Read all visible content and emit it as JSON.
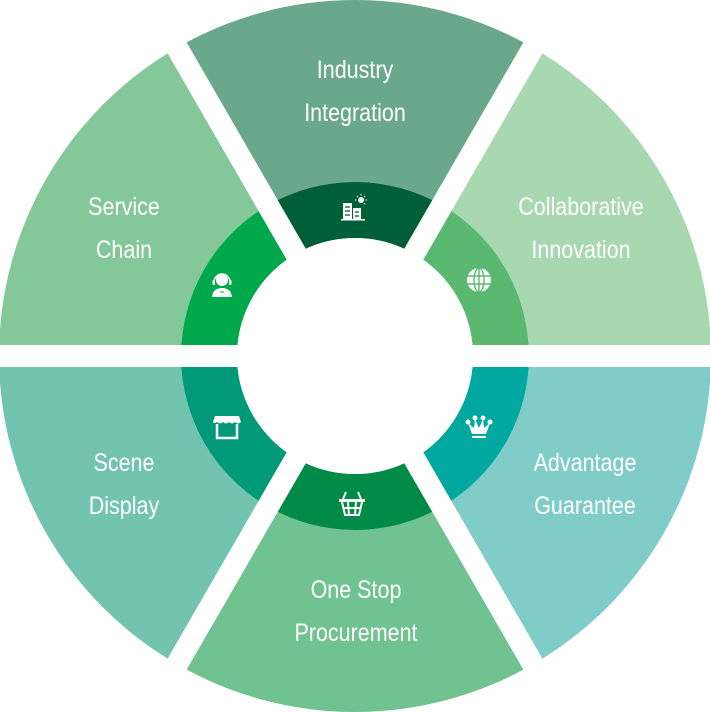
{
  "segments": [
    {
      "id": "industry-integration",
      "lines": [
        "Industry",
        "Integration"
      ],
      "outer_color": "#6aa88c",
      "inner_color": "#005f38",
      "icon": "building-sun-icon",
      "start_deg": 60,
      "end_deg": 120
    },
    {
      "id": "service-chain",
      "lines": [
        "Service",
        "Chain"
      ],
      "outer_color": "#84c89a",
      "inner_color": "#00a84c",
      "icon": "headset-agent-icon",
      "start_deg": 120,
      "end_deg": 180
    },
    {
      "id": "scene-display",
      "lines": [
        "Scene",
        "Display"
      ],
      "outer_color": "#72c4b0",
      "inner_color": "#009a78",
      "icon": "storefront-icon",
      "start_deg": 180,
      "end_deg": 240
    },
    {
      "id": "one-stop-procurement",
      "lines": [
        "One Stop",
        "Procurement"
      ],
      "outer_color": "#70c290",
      "inner_color": "#008a48",
      "icon": "shopping-basket-icon",
      "start_deg": 240,
      "end_deg": 300
    },
    {
      "id": "advantage-guarantee",
      "lines": [
        "Advantage",
        "Guarantee"
      ],
      "outer_color": "#80ccc8",
      "inner_color": "#00a8a0",
      "icon": "crown-icon",
      "start_deg": 300,
      "end_deg": 360
    },
    {
      "id": "collaborative-innovation",
      "lines": [
        "Collaborative",
        "Innovation"
      ],
      "outer_color": "#a8d8b0",
      "inner_color": "#5ab870",
      "icon": "globe-icon",
      "start_deg": 0,
      "end_deg": 60
    }
  ]
}
